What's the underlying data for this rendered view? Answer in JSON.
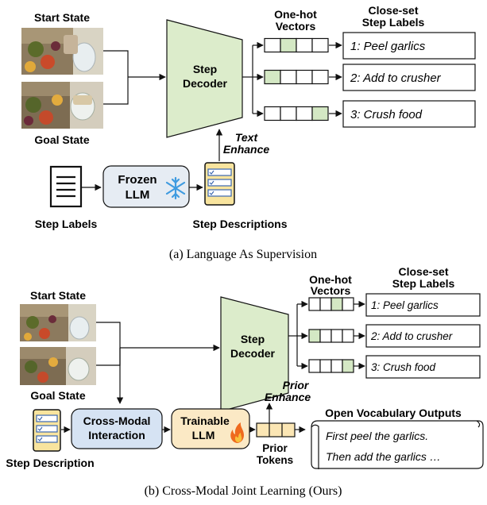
{
  "panel_a": {
    "start_state": "Start State",
    "goal_state": "Goal State",
    "decoder": [
      "Step",
      "Decoder"
    ],
    "onehot_title": [
      "One-hot",
      "Vectors"
    ],
    "labels_title": [
      "Close-set",
      "Step Labels"
    ],
    "labels": [
      "1: Peel garlics",
      "2: Add to crusher",
      "3: Crush food"
    ],
    "onehot_active": [
      1,
      0,
      3
    ],
    "text_enhance": [
      "Text",
      "Enhance"
    ],
    "frozen_llm": [
      "Frozen",
      "LLM"
    ],
    "step_labels": "Step Labels",
    "step_descriptions": "Step Descriptions",
    "caption": "(a) Language As Supervision",
    "colors": {
      "decoder_fill": "#dceccb",
      "active_cell": "#d4e8c4",
      "frozen_fill": "#e6ecf3",
      "snowflake": "#3f9be0",
      "doc_fill": "#f8e49e"
    }
  },
  "panel_b": {
    "start_state": "Start State",
    "goal_state": "Goal State",
    "decoder": [
      "Step",
      "Decoder"
    ],
    "onehot_title": [
      "One-hot",
      "Vectors"
    ],
    "labels_title": [
      "Close-set",
      "Step Labels"
    ],
    "labels": [
      "1: Peel garlics",
      "2: Add to crusher",
      "3: Crush food"
    ],
    "onehot_active": [
      2,
      0,
      3
    ],
    "prior_enhance": [
      "Prior",
      "Enhance"
    ],
    "cross_modal": [
      "Cross-Modal",
      "Interaction"
    ],
    "trainable_llm": [
      "Trainable",
      "LLM"
    ],
    "prior_tokens": [
      "Prior",
      "Tokens"
    ],
    "step_description": "Step Description",
    "open_vocab_title": "Open Vocabulary Outputs",
    "open_vocab_text": [
      "First  peel  the  garlics.",
      "Then add the garlics …"
    ],
    "caption": "(b) Cross-Modal Joint Learning (Ours)",
    "colors": {
      "cross_fill": "#d6e3f3",
      "trainable_fill": "#fbe9c5",
      "flame": "#ef6a1e",
      "prior_fill": "#fbe6b4"
    }
  }
}
